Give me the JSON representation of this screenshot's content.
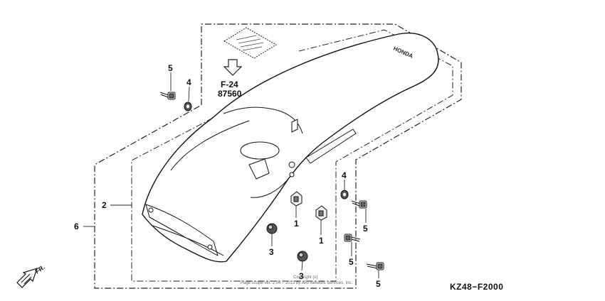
{
  "callouts": {
    "c1a": "1",
    "c1b": "1",
    "c2": "2",
    "c3a": "3",
    "c3b": "3",
    "c4a": "4",
    "c4b": "4",
    "c5a": "5",
    "c5b": "5",
    "c5c": "5",
    "c5d": "5",
    "c6": "6"
  },
  "reference": {
    "page": "F-24",
    "part": "87560"
  },
  "brand_text": "HONDA",
  "direction": "FR.",
  "diagram_code": "KZ48−F2000",
  "copyright": "Copyright (c)",
  "copyright_line": "Page scope ver. 2.04 – 2013 by ARI Network Services, Inc."
}
